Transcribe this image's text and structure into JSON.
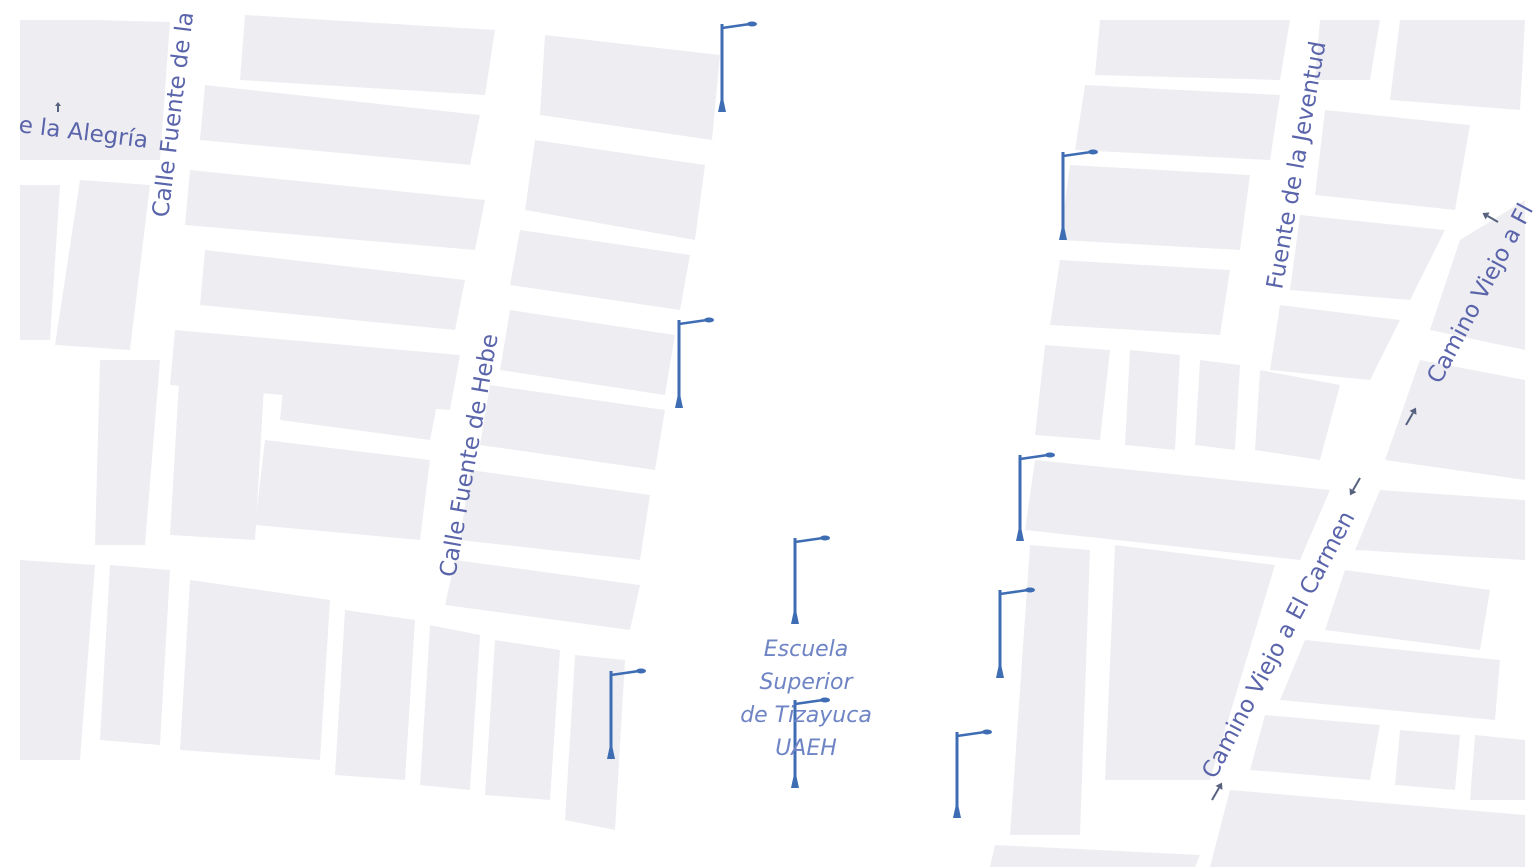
{
  "map": {
    "streets": [
      {
        "id": "calle-fuente-alegria",
        "label": "e la Alegría"
      },
      {
        "id": "calle-fuente-de-la",
        "label": "Calle Fuente de la"
      },
      {
        "id": "calle-fuente-hebe",
        "label": "Calle Fuente de Hebe"
      },
      {
        "id": "fuente-juventud",
        "label": "Fuente de la Jeventud"
      },
      {
        "id": "camino-viejo-el-carmen",
        "label": "Camino Viejo a El Carmen"
      },
      {
        "id": "camino-viejo-fl",
        "label": "Camino Viejo a Fl"
      }
    ],
    "poi": {
      "line1": "Escuela",
      "line2": "Superior",
      "line3": "de Tizayuca",
      "line4": "UAEH"
    },
    "colors": {
      "block": "#eeeef2",
      "road": "#ffffff",
      "label": "#5a64aa",
      "lamp": "#3f6db4"
    },
    "icons": [
      "street-lamp-icon",
      "one-way-arrow-icon"
    ]
  }
}
